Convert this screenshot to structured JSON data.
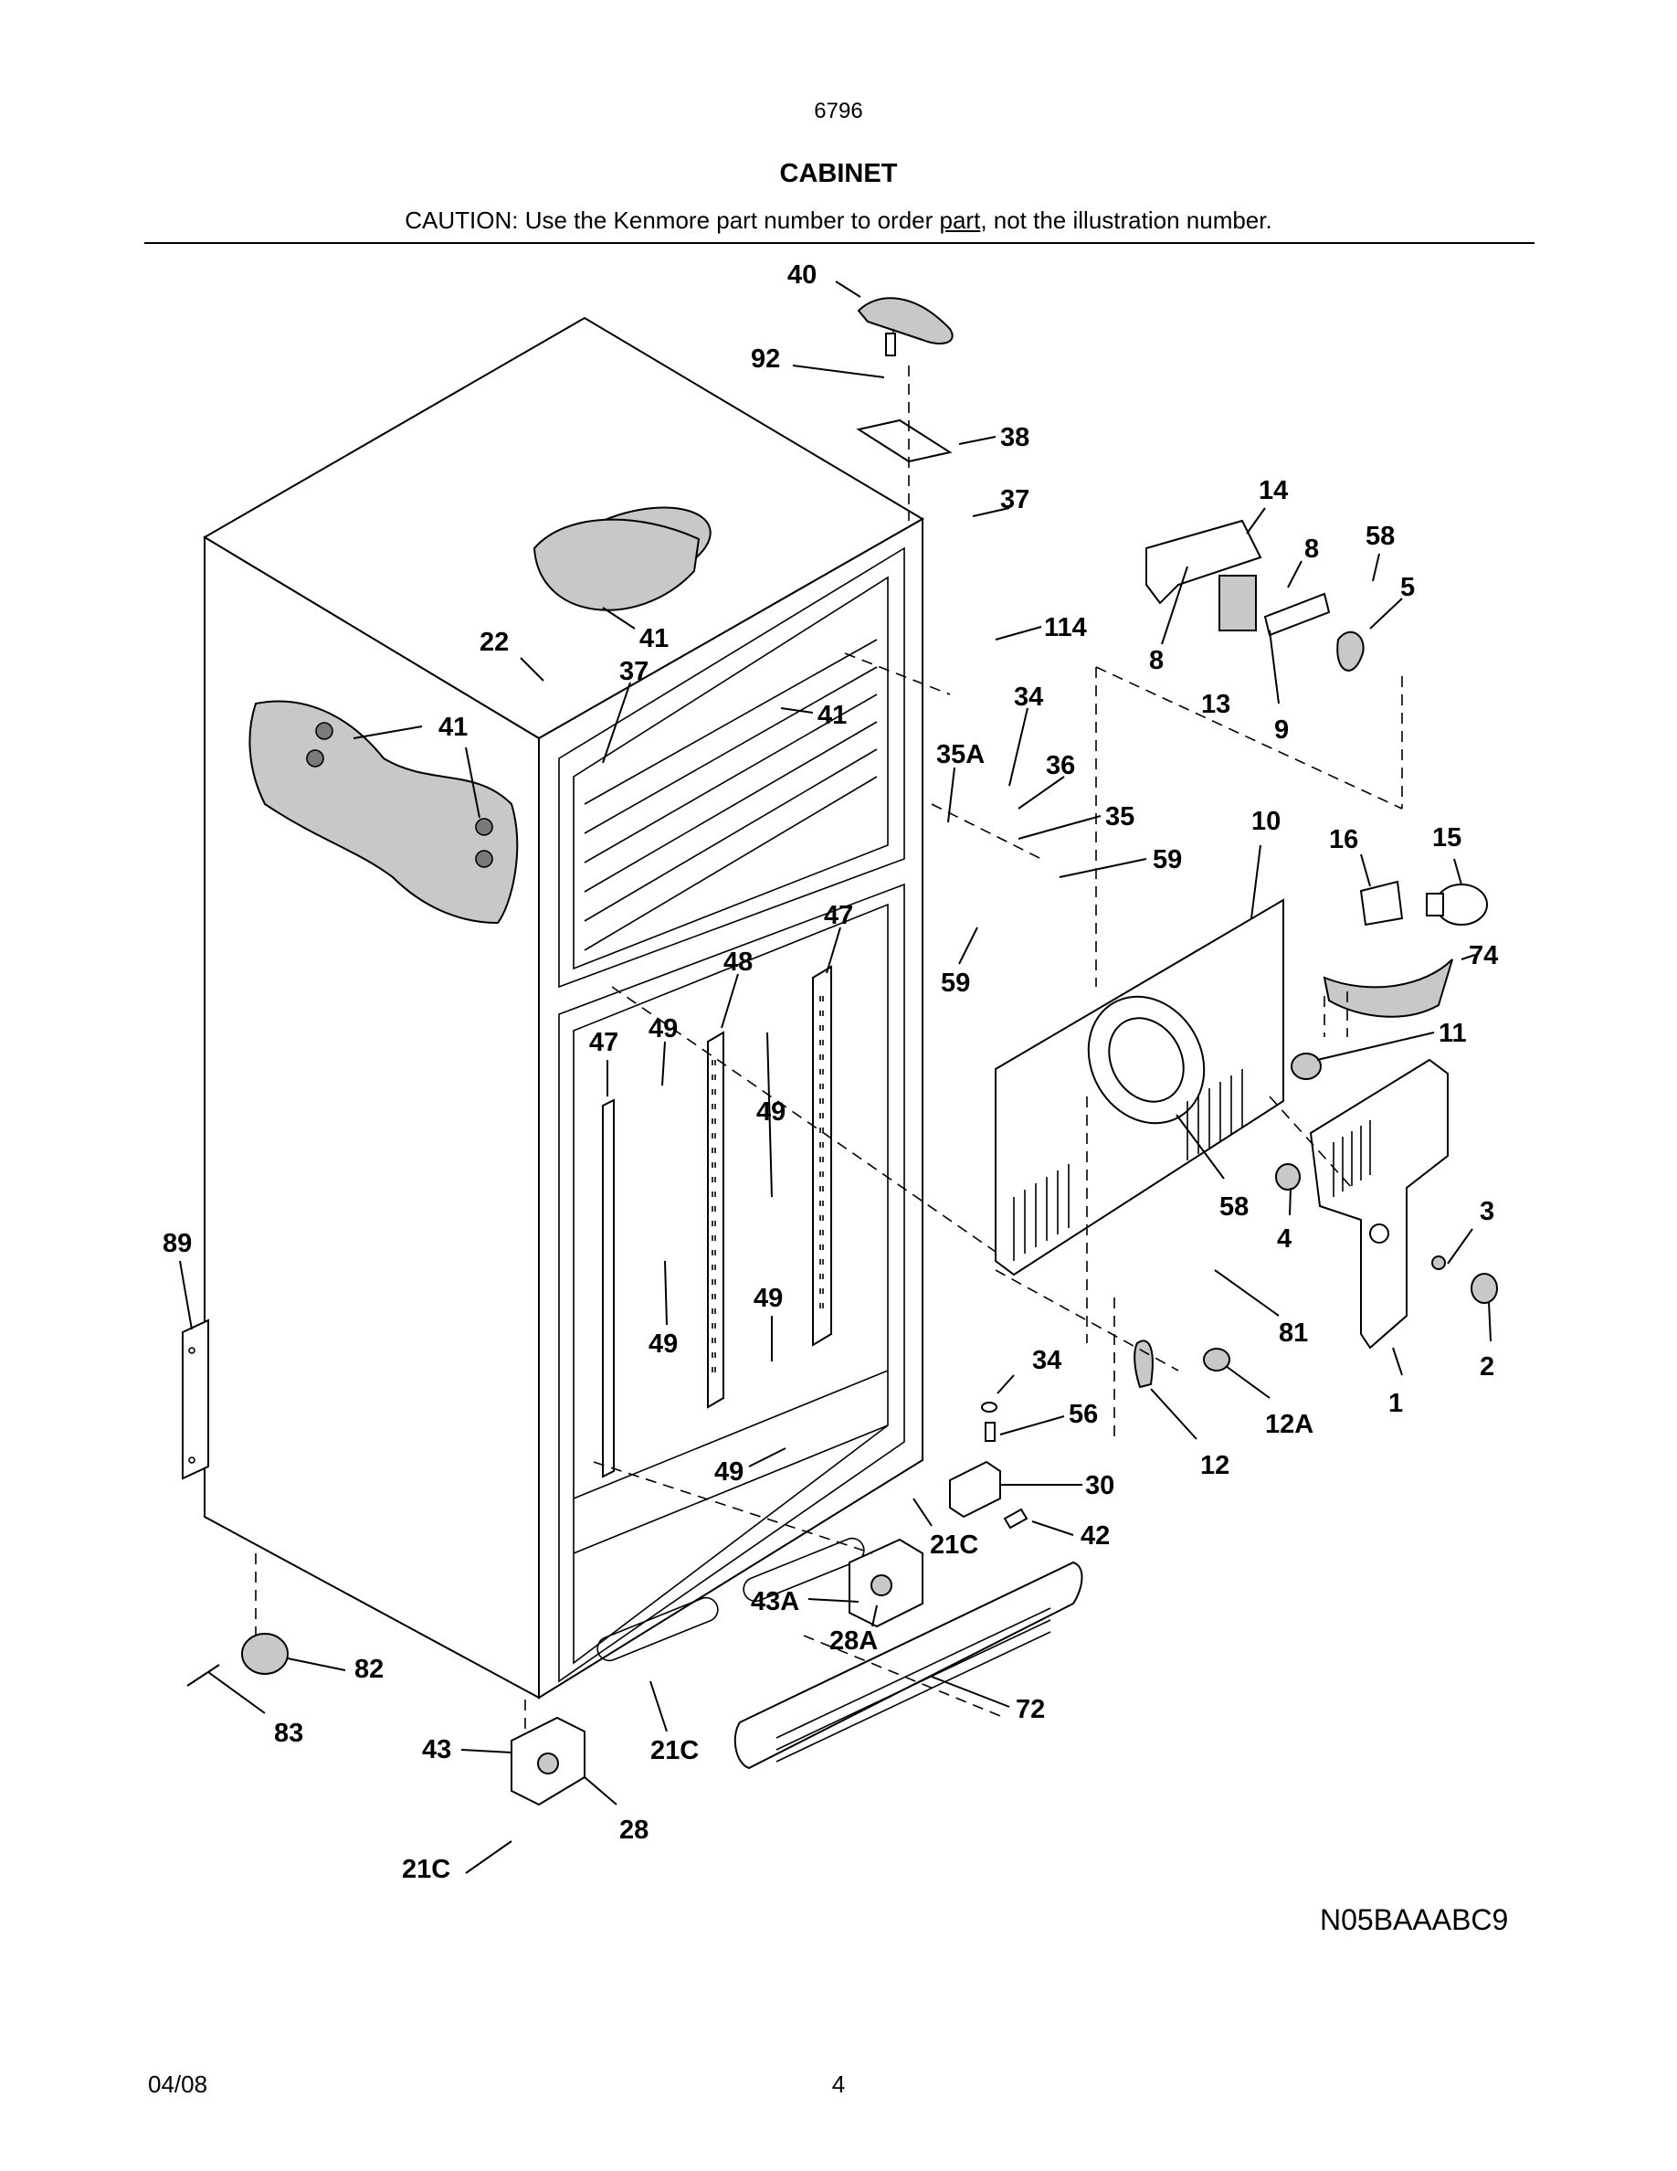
{
  "header": {
    "model_number": "6796",
    "section_title": "CABINET",
    "caution_before": "CAUTION: Use the Kenmore part number to order ",
    "caution_underlined": "part",
    "caution_after": ", not the illustration number."
  },
  "diagram": {
    "callouts": [
      "40",
      "92",
      "38",
      "37",
      "14",
      "8",
      "58",
      "5",
      "22",
      "41",
      "37",
      "41",
      "114",
      "8",
      "13",
      "9",
      "41",
      "34",
      "35A",
      "36",
      "35",
      "59",
      "10",
      "16",
      "15",
      "47",
      "48",
      "74",
      "59",
      "47",
      "49",
      "11",
      "49",
      "58",
      "3",
      "4",
      "89",
      "49",
      "2",
      "49",
      "81",
      "34",
      "56",
      "1",
      "12A",
      "12",
      "30",
      "49",
      "42",
      "21C",
      "43A",
      "28A",
      "82",
      "72",
      "83",
      "43",
      "21C",
      "28",
      "21C"
    ]
  },
  "footer": {
    "diagram_code": "N05BAAABC9",
    "date": "04/08",
    "page_number": "4"
  }
}
